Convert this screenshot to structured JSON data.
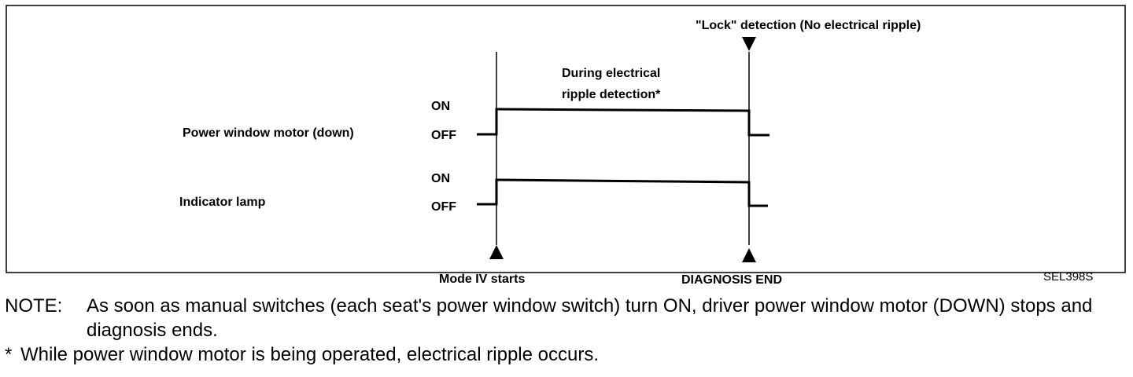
{
  "diagram": {
    "lock_detection": "\"Lock\" detection (No electrical ripple)",
    "ripple_line1": "During electrical",
    "ripple_line2": "ripple detection*",
    "motor_label": "Power window motor (down)",
    "lamp_label": "Indicator lamp",
    "on_label": "ON",
    "off_label": "OFF",
    "mode_start": "Mode IV starts",
    "diagnosis_end": "DIAGNOSIS END",
    "figure_code": "SEL398S"
  },
  "notes": {
    "note_prefix": "NOTE:",
    "note_text": "As soon as manual switches (each seat's power window switch) turn ON, driver power window motor (DOWN) stops and diagnosis ends.",
    "footnote_mark": "*",
    "footnote_text": "While power window motor is being operated, electrical ripple occurs."
  }
}
